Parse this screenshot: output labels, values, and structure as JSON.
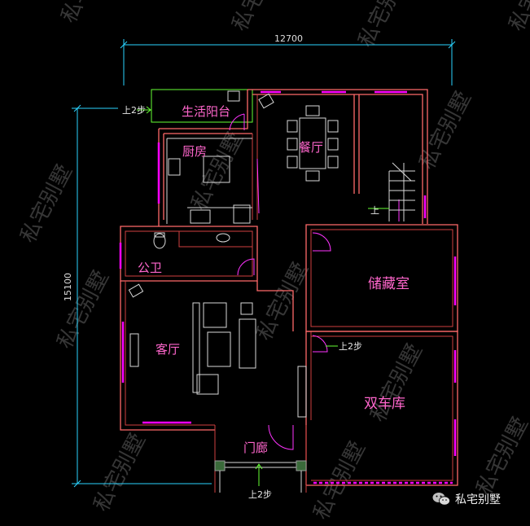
{
  "dimensions": {
    "width": "12700",
    "height": "15100"
  },
  "rooms": {
    "balcony": "生活阳台",
    "kitchen": "厨房",
    "dining": "餐厅",
    "bathroom": "公卫",
    "storage": "储藏室",
    "living": "客厅",
    "garage": "双车库",
    "porch": "门廊"
  },
  "steps": {
    "balcony_step": "上2步",
    "garage_step": "上2步",
    "front_step": "上2步",
    "stair_up": "上"
  },
  "watermark": "私宅别墅",
  "brand": {
    "label": "私宅别墅",
    "icon": "wechat-icon"
  }
}
